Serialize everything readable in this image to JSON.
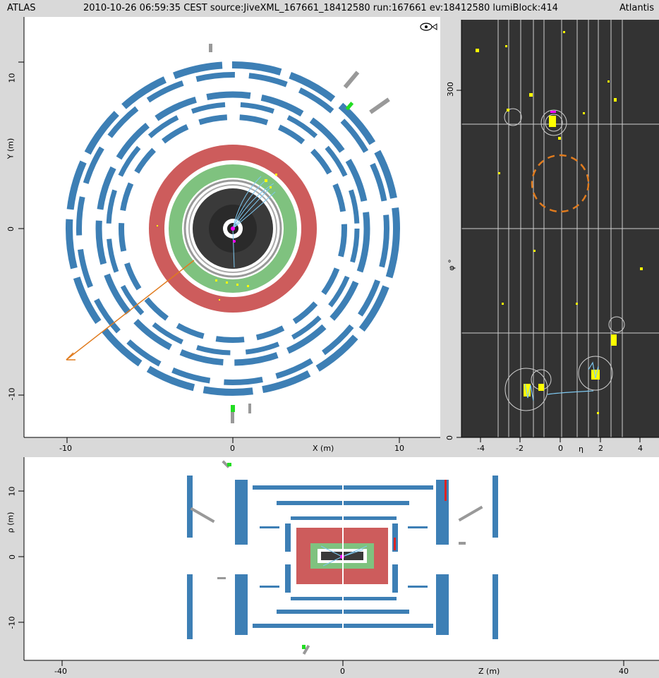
{
  "header": {
    "experiment": "ATLAS",
    "event_info": "2010-10-26 06:59:35 CEST source:JiveXML_167661_18412580 run:167661 ev:18412580 lumiBlock:414",
    "app_name": "Atlantis"
  },
  "xy_view": {
    "x_axis_label": "X (m)",
    "y_axis_label": "Y (m)",
    "x_ticks": [
      "-10",
      "0",
      "10"
    ],
    "y_ticks": [
      "10",
      "0",
      "-10"
    ],
    "eye_icon": "eye-fish-icon"
  },
  "eta_phi_view": {
    "x_axis_label": "η",
    "y_axis_label": "φ °",
    "x_ticks": [
      "-4",
      "-2",
      "0",
      "2",
      "4"
    ],
    "y_ticks": [
      "300",
      "0"
    ]
  },
  "rz_view": {
    "x_axis_label": "Z (m)",
    "y_axis_label": "ρ (m)",
    "x_ticks": [
      "-40",
      "0",
      "40"
    ],
    "y_ticks": [
      "10",
      "0",
      "-10"
    ]
  },
  "colors": {
    "muon": "#3d7fb5",
    "calo_had": "#cd5c5c",
    "calo_em": "#7fc27f",
    "inner": "#333333",
    "track": "#7ec8f0",
    "hit": "#ffff00",
    "missing_et": "#e07b1e",
    "background": "#ffffff"
  }
}
